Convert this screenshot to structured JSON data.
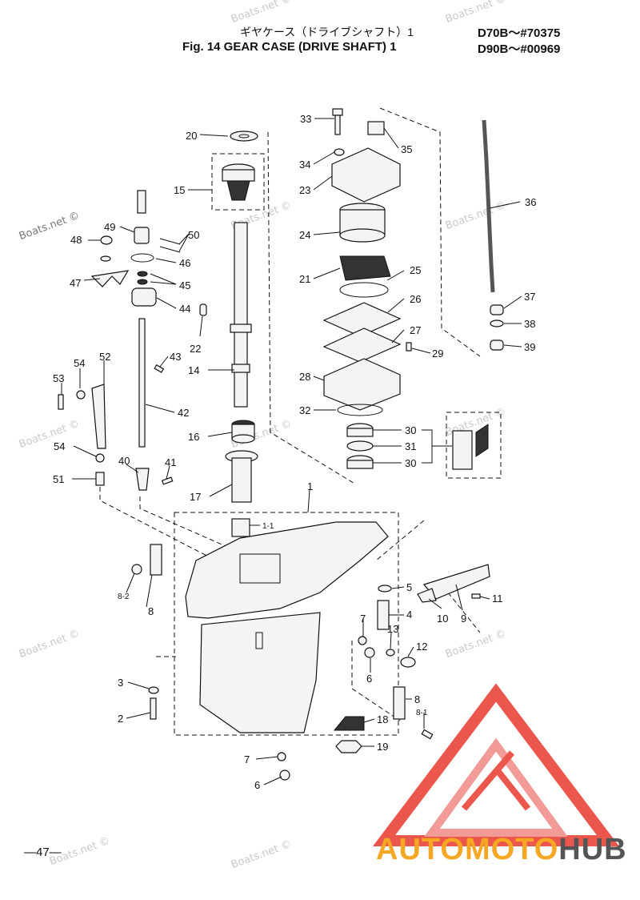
{
  "header": {
    "title_jp": "ギヤケース（ドライブシャフト）1",
    "title_en": "Fig. 14   GEAR CASE (DRIVE SHAFT) 1",
    "model_1": "D70B～#70375",
    "model_2": "D90B～#00969"
  },
  "watermark": "Boats.net ©",
  "page_number": "—47—",
  "brand": {
    "part1": "AUTOMOTO",
    "part2": "HUB",
    "color1": "#f5a623",
    "color2": "#555555",
    "logo_color": "#e8392e"
  },
  "callouts": {
    "c20": "20",
    "c15": "15",
    "c49": "49",
    "c48": "48",
    "c50": "50",
    "c46": "46",
    "c47": "47",
    "c45": "45",
    "c44": "44",
    "c22": "22",
    "c43": "43",
    "c14": "14",
    "c52": "52",
    "c54a": "54",
    "c53": "53",
    "c42": "42",
    "c16": "16",
    "c54b": "54",
    "c40": "40",
    "c41": "41",
    "c51": "51",
    "c17": "17",
    "c1": "1",
    "c1_1": "1-1",
    "c8a": "8",
    "c8_2": "8-2",
    "c33": "33",
    "c35": "35",
    "c34": "34",
    "c23": "23",
    "c36": "36",
    "c24": "24",
    "c25": "25",
    "c21": "21",
    "c26": "26",
    "c37": "37",
    "c38": "38",
    "c27": "27",
    "c39": "39",
    "c29": "29",
    "c28": "28",
    "c32": "32",
    "c30a": "30",
    "c31": "31",
    "c30b": "30",
    "c5": "5",
    "c11": "11",
    "c10": "10",
    "c9": "9",
    "c4": "4",
    "c7a": "7",
    "c13": "13",
    "c12": "12",
    "c6a": "6",
    "c3": "3",
    "c2": "2",
    "c8b": "8",
    "c18": "18",
    "c8_1": "8-1",
    "c19": "19",
    "c7b": "7",
    "c6b": "6"
  }
}
